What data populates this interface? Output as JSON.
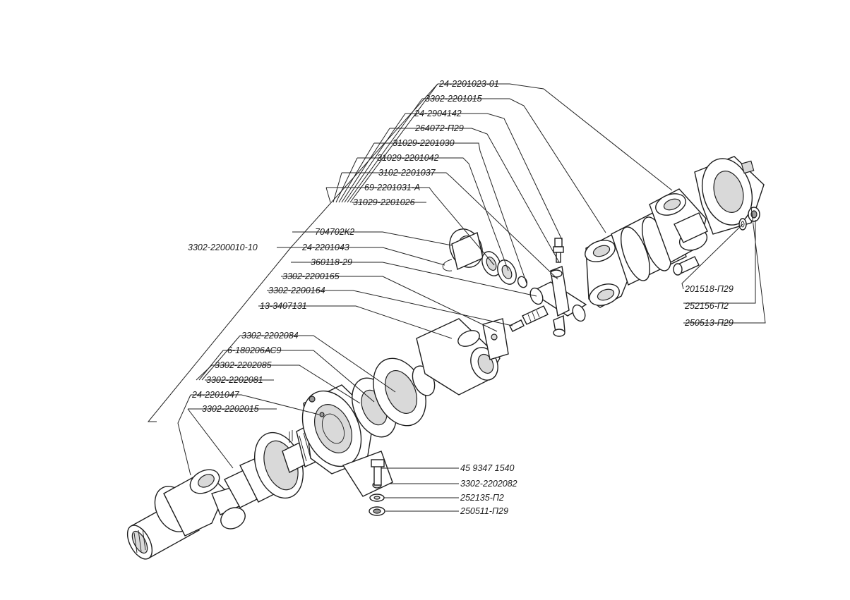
{
  "diagram": {
    "labels": {
      "l01": "24-2201023-01",
      "l02": "3302-2201015",
      "l03": "24-2904142",
      "l04": "264072-П29",
      "l05": "31029-2201030",
      "l06": "31029-2201042",
      "l07": "3102-2201037",
      "l08": "69-2201031-А",
      "l09": "31029-2201026",
      "l10": "3302-2200010-10",
      "l11": "704702К2",
      "l12": "24-2201043",
      "l13": "360118-29",
      "l14": "3302-2200165",
      "l15": "3302-2200164",
      "l16": "13-3407131",
      "l17": "3302-2202084",
      "l18": "6-180206АС9",
      "l19": "3302-2202085",
      "l20": "3302-2202081",
      "l21": "24-2201047",
      "l22": "3302-2202015",
      "l23": "201518-П29",
      "l24": "252156-П2",
      "l25": "250513-П29",
      "l26": "45 9347 1540",
      "l27": "3302-2202082",
      "l28": "252135-П2",
      "l29": "250511-П29"
    }
  }
}
